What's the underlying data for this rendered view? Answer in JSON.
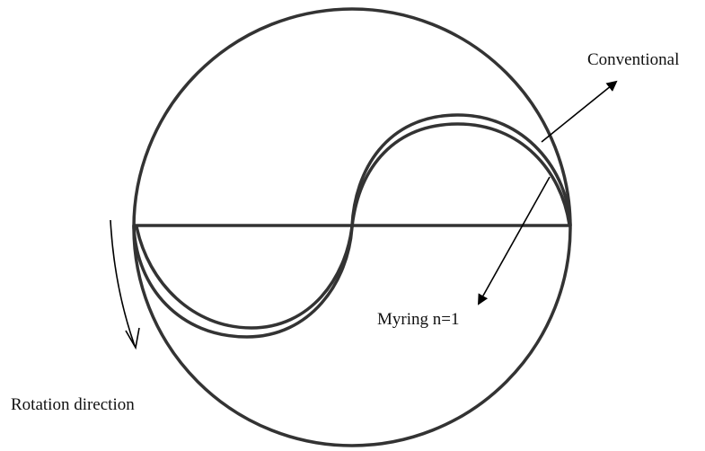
{
  "labels": {
    "conventional": "Conventional",
    "myring": "Myring n=1",
    "rotation": "Rotation direction"
  }
}
